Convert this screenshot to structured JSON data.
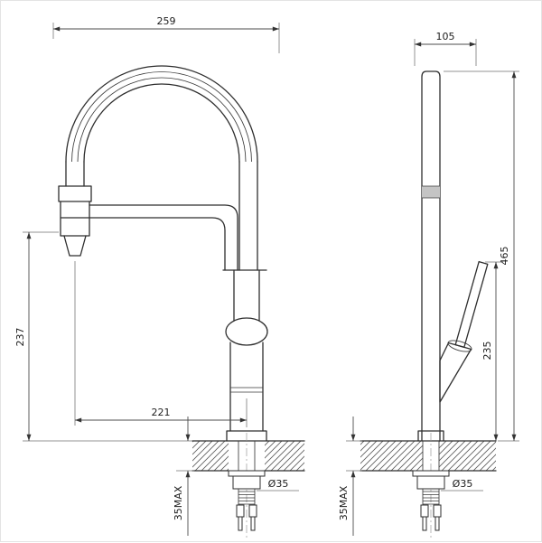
{
  "front_view": {
    "overall_width": "259",
    "spout_height": "237",
    "spout_reach": "221",
    "hole_diameter": "Ø35",
    "max_counter_thickness": "35MAX"
  },
  "side_view": {
    "top_depth": "105",
    "overall_height": "465",
    "body_height": "235",
    "hole_diameter": "Ø35",
    "max_counter_thickness": "35MAX"
  }
}
